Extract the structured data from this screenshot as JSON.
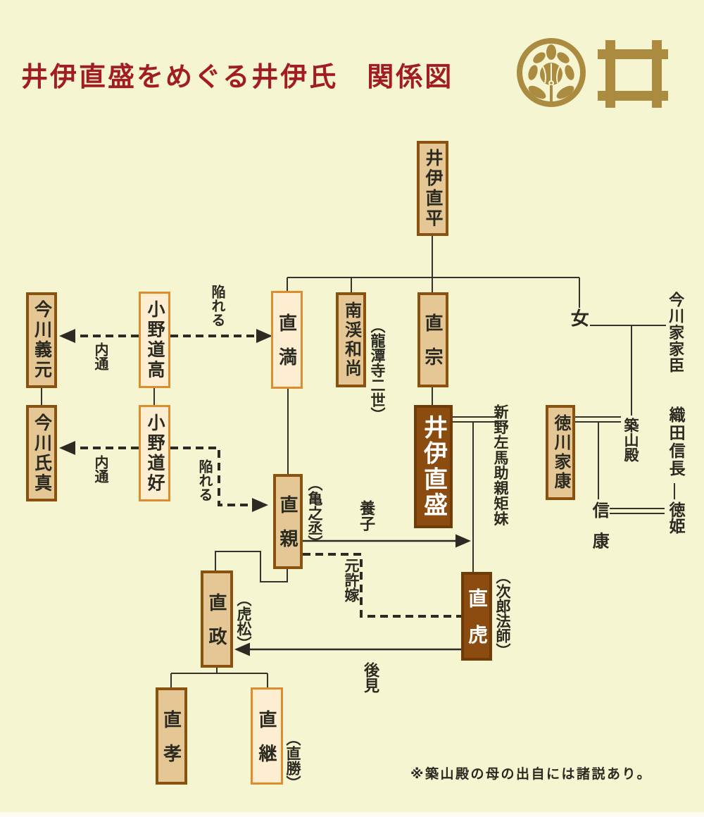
{
  "title": "井伊直盛をめぐる井伊氏　関係図",
  "footnote": "※築山殿の母の出自には諸説あり。",
  "colors": {
    "background": "#f5f5d2",
    "title_red": "#a11d22",
    "crest_gold": "#ab8b40",
    "line": "#35332b",
    "dash": "#2c2a22",
    "tan_fill": "#e4c794",
    "tan_border": "#8a520e",
    "cream_fill": "#fdeed2",
    "cream_border": "#dd8d2d",
    "dark_fill": "#8c4c10",
    "dark_border": "#6e3c08",
    "ink": "#2b2a21",
    "white_text": "#ffffff",
    "footer_strip": "#fbfbf2"
  },
  "icons": {
    "left_crest": "tachibana-mon",
    "right_crest": "igeta-well-mon"
  },
  "nodes": {
    "ii_naohira": "井伊直平",
    "naomitsu": "直満",
    "nankei_osho": "南渓和尚",
    "naomune": "直宗",
    "onna": "女",
    "imagawa_yoshimoto": "今川義元",
    "imagawa_ujizane": "今川氏真",
    "ono_michitaka": "小野道高",
    "ono_michiyoshi": "小野道好",
    "ii_naomori": "井伊直盛",
    "niino_imouto": "新野左馬助親矩妹",
    "tokugawa_ieyasu": "徳川家康",
    "tsukiyama_dono": "築山殿",
    "imagawa_kashin": "今川家家臣",
    "oda_nobunaga": "織田信長",
    "tokuhime": "徳姫",
    "nobuyasu": "信康",
    "naochika": "直親",
    "naotora": "直虎",
    "naomasa": "直政",
    "naotaka": "直孝",
    "naotsugu": "直継"
  },
  "notes": {
    "nankei": "（龍潭寺二世）",
    "naochika": "（亀之丞）",
    "naotora": "（次郎法師）",
    "naomasa": "（虎松）",
    "naotsugu": "（直勝）"
  },
  "edge_labels": {
    "entrap_top": "陥れる",
    "collude_top": "内通",
    "entrap_bottom": "陥れる",
    "collude_bottom": "内通",
    "adoption": "養子",
    "former_fiancee": "元許嫁",
    "guardian": "後見"
  }
}
